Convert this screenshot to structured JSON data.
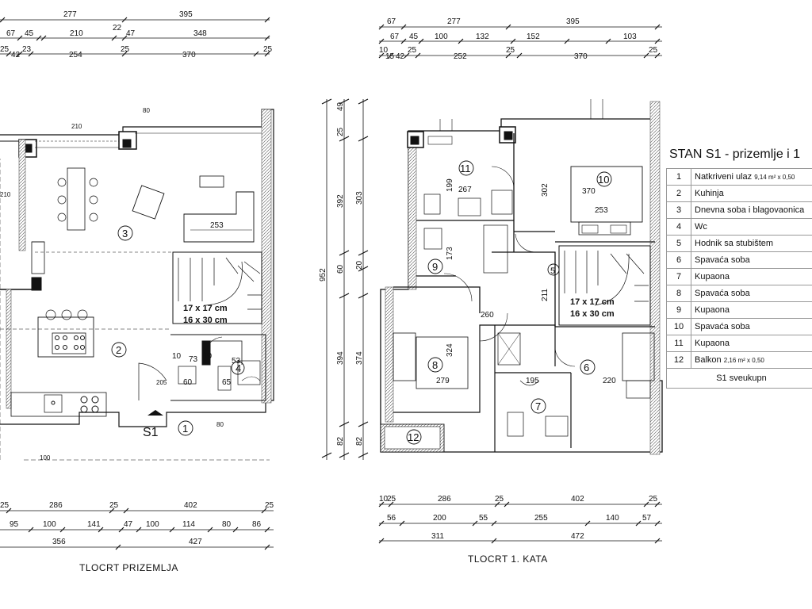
{
  "ground_floor": {
    "caption": "TLOCRT PRIZEMLJA",
    "entrance_label": "S1",
    "top_dims": [
      [
        "277",
        "395"
      ],
      [
        "67",
        "45",
        "210",
        "22",
        "47",
        "348"
      ],
      [
        "25",
        "42",
        "23",
        "254",
        "25",
        "370",
        "25"
      ]
    ],
    "bottom_dims": [
      [
        "25",
        "286",
        "25",
        "402",
        "25"
      ],
      [
        "95",
        "100",
        "141",
        "47",
        "100",
        "114",
        "80",
        "86"
      ],
      [
        "356",
        "427"
      ]
    ],
    "rooms": [
      "1",
      "2",
      "3",
      "4"
    ],
    "room_dims": [
      "253",
      "73",
      "60",
      "65",
      "53",
      "10",
      "10"
    ],
    "window_dims": [
      "80",
      "210",
      "210",
      "100",
      "80",
      "205"
    ],
    "stair_text": [
      "17 x 17 cm",
      "16 x 30 cm"
    ]
  },
  "first_floor": {
    "caption": "TLOCRT 1. KATA",
    "top_dims": [
      [
        "67",
        "277",
        "395"
      ],
      [
        "67",
        "45",
        "100",
        "132",
        "152",
        "103"
      ],
      [
        "10",
        "15",
        "42",
        "25",
        "252",
        "25",
        "370",
        "25"
      ]
    ],
    "bottom_dims": [
      [
        "10",
        "25",
        "286",
        "25",
        "402",
        "25"
      ],
      [
        "56",
        "200",
        "55",
        "255",
        "140",
        "57"
      ],
      [
        "311",
        "472"
      ]
    ],
    "left_dims": [
      "49",
      "25",
      "392",
      "952",
      "60",
      "394",
      "82",
      "82",
      "303",
      "20",
      "374"
    ],
    "rooms": [
      "5",
      "6",
      "7",
      "8",
      "9",
      "10",
      "11",
      "12"
    ],
    "room_dims": [
      "267",
      "370",
      "253",
      "199",
      "302",
      "173",
      "324",
      "279",
      "195",
      "220",
      "211",
      "260"
    ],
    "stair_text": [
      "17 x 17 cm",
      "16 x 30 cm"
    ]
  },
  "legend": {
    "title": "STAN S1 - prizemlje i 1",
    "rows": [
      {
        "num": "1",
        "name": "Natkriveni ulaz",
        "extra": "9,14 m² x 0,50"
      },
      {
        "num": "2",
        "name": "Kuhinja",
        "extra": ""
      },
      {
        "num": "3",
        "name": "Dnevna soba i blagovaonica",
        "extra": ""
      },
      {
        "num": "4",
        "name": "Wc",
        "extra": ""
      },
      {
        "num": "5",
        "name": "Hodnik sa stubištem",
        "extra": ""
      },
      {
        "num": "6",
        "name": "Spavaća soba",
        "extra": ""
      },
      {
        "num": "7",
        "name": "Kupaona",
        "extra": ""
      },
      {
        "num": "8",
        "name": "Spavaća soba",
        "extra": ""
      },
      {
        "num": "9",
        "name": "Kupaona",
        "extra": ""
      },
      {
        "num": "10",
        "name": "Spavaća soba",
        "extra": ""
      },
      {
        "num": "11",
        "name": "Kupaona",
        "extra": ""
      },
      {
        "num": "12",
        "name": "Balkon",
        "extra": "2,16 m² x 0,50"
      }
    ],
    "total": "S1 sveukupn"
  }
}
